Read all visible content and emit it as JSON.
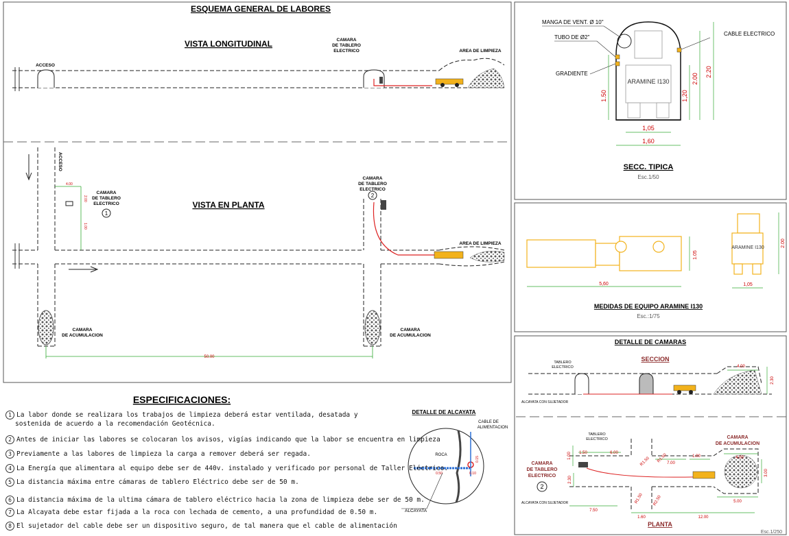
{
  "drawing": {
    "main_title": "ESQUEMA GENERAL DE LABORES",
    "long": {
      "title": "VISTA LONGITUDINAL",
      "acceso": "ACCESO",
      "camara_label": "CAMARA\nDE TABLERO\nELECTRICO",
      "area": "AREA DE LIMPIEZA"
    },
    "plan": {
      "title": "VISTA EN PLANTA",
      "acceso": "ACCESO",
      "camara1": "CAMARA\nDE TABLERO\nELECTRICO",
      "camara1_num": "1",
      "camara2": "CAMARA\nDE TABLERO\nELECTRICO",
      "camara2_num": "2",
      "area": "AREA DE LIMPIEZA",
      "acum1": "CAMARA\nDE ACUMULACION",
      "acum2": "CAMARA\nDE ACUMULACION",
      "dim_50": "50.00",
      "dim_4": "4.00",
      "dim_a": "2.00",
      "dim_b": "1.00"
    },
    "secc": {
      "manga": "MANGA DE VENT. Ø 10\"",
      "tubo": "TUBO DE Ø2\"",
      "cable": "CABLE ELECTRICO",
      "gradiente": "GRADIENTE",
      "equipo": "ARAMINE I130",
      "dim_150": "1.50",
      "dim_120": "1,20",
      "dim_200": "2.00",
      "dim_220": "2.20",
      "dim_105": "1,05",
      "dim_160": "1,60",
      "title": "SECC. TIPICA",
      "scale": "Esc.1/50"
    },
    "medidas": {
      "dim_560": "5,60",
      "dim_105h": "1.05",
      "equipo": "ARAMINE I130",
      "dim_200": "2.00",
      "dim_105": "1,05",
      "title": "MEDIDAS DE EQUIPO ARAMINE I130",
      "scale": "Esc.:1/75"
    },
    "detalle": {
      "title": "DETALLE DE CAMARAS",
      "seccion": "SECCION",
      "tablero": "TABLERO\nELECTRICO",
      "sujetador": "ALCAYATA CON SUJETADOR",
      "dim_400": "4.00",
      "dim_230": "2.30",
      "planta": "PLANTA",
      "scale": "Esc.1/250",
      "camara_tab": "CAMARA\nDE TABLERO\nELECTRICO",
      "camara_tab_num": "2",
      "camara_acum": "CAMARA\nDE ACUMULACION",
      "tablero2": "TABLERO\nELECTRICO",
      "sujetador2": "ALCAYATA CON SUJETADOR",
      "d1": "1.50",
      "d2": "6.00",
      "d3": "7.00",
      "d4": "1.00",
      "d5": "4.00",
      "d6": "3.00",
      "d7": "5.00",
      "d8": "7.50",
      "d9": "1.60",
      "d10": "12.00",
      "d11": "1.00",
      "d12": "2.30",
      "r1": "R1.50",
      "r2": "R1.50",
      "r3": "R1.50",
      "r4": "R2.50"
    },
    "alcayata": {
      "title": "DETALLE DE ALCAYATA",
      "cable": "CABLE DE\nALIMENTACION",
      "roca": "ROCA",
      "d1": "0.50",
      "d2": "0.10",
      "d3": "0.15",
      "label": "ALCAYATA"
    },
    "spec": {
      "title": "ESPECIFICACIONES:",
      "items": [
        {
          "n": "1",
          "text": "La labor donde se realizara los trabajos de limpieza deberá estar ventilada, desatada y"
        },
        {
          "n": "",
          "text": "sostenida de acuerdo a la recomendación Geotécnica."
        },
        {
          "n": "2",
          "text": "Antes de iniciar las  labores se colocaran los avisos, vigías indicando que la labor se encuentra en limpieza"
        },
        {
          "n": "3",
          "text": "Previamente a las labores de limpieza la carga a remover deberá ser regada."
        },
        {
          "n": "4",
          "text": "La Energía  que alimentara al equipo debe ser de  440v.  instalado y verificado por personal de Taller Eléctrico."
        },
        {
          "n": "5",
          "text": "La distancia máxima  entre cámaras de tablero Eléctrico debe ser de 50 m."
        },
        {
          "n": "6",
          "text": "La distancia máxima de la ultima cámara de tablero eléctrico hacia la zona de limpieza debe ser de 50 m."
        },
        {
          "n": "7",
          "text": "La Alcayata debe estar fijada a la roca con lechada de cemento,  a una profundidad de 0.50 m."
        },
        {
          "n": "8",
          "text": "El sujetador del cable debe ser un dispositivo seguro, de tal manera que el cable  de alimentación"
        }
      ]
    }
  }
}
